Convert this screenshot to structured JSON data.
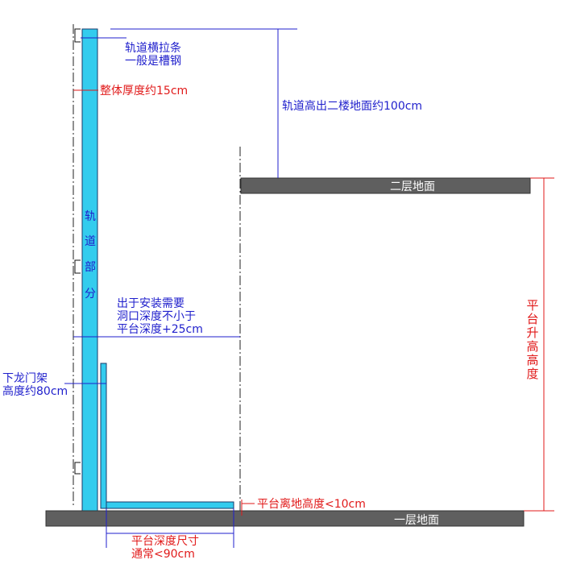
{
  "colors": {
    "rail_fill": "#33ccee",
    "rail_stroke": "#1a3a6a",
    "floor_fill": "#5f5f5f",
    "floor_text": "#ffffff",
    "blue_line": "#1f1fcc",
    "red_line": "#e11a1a",
    "dash_line": "#222222"
  },
  "labels": {
    "rail_crossbar_1": "轨道横拉条",
    "rail_crossbar_2": "一般是槽钢",
    "overall_thickness": "整体厚度约15cm",
    "rail_height_above_floor2": "轨道高出二楼地面约100cm",
    "floor2": "二层地面",
    "floor1": "一层地面",
    "rail_part_chars": [
      "轨",
      "道",
      "部",
      "分"
    ],
    "opening_depth_1": "出于安装需要",
    "opening_depth_2": "洞口深度不小于",
    "opening_depth_3": "平台深度+25cm",
    "lower_gantry_1": "下龙门架",
    "lower_gantry_2": "高度约80cm",
    "platform_lift_height_chars": [
      "平",
      "台",
      "升",
      "高",
      "高",
      "度"
    ],
    "platform_clearance": "平台离地高度<10cm",
    "platform_depth_1": "平台深度尺寸",
    "platform_depth_2": "通常<90cm"
  }
}
